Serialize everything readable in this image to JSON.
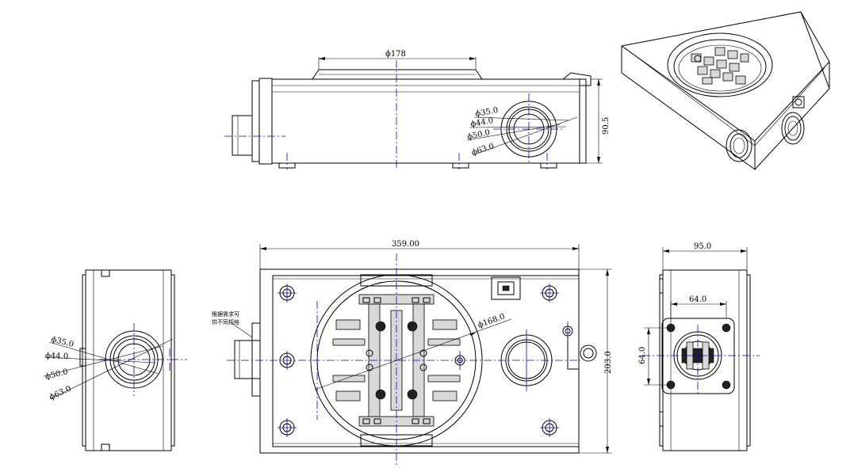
{
  "front_view": {
    "top_dim": "ϕ178",
    "height_dim": "90.5",
    "hole_dims": [
      "ϕ35.0",
      "ϕ44.0",
      "ϕ50.0",
      "ϕ63.0"
    ]
  },
  "left_view": {
    "hole_dims": [
      "ϕ35.0",
      "ϕ44.0",
      "ϕ50.0",
      "ϕ63.0"
    ]
  },
  "top_view": {
    "width_dim": "359.00",
    "height_dim": "203.0",
    "ring_dim": "ϕ168.0",
    "note_lines": [
      "根据需求可",
      "供不同规格"
    ]
  },
  "right_view": {
    "width_dim": "95.0",
    "plate_w_dim": "64.0",
    "plate_h_dim": "64.0"
  }
}
